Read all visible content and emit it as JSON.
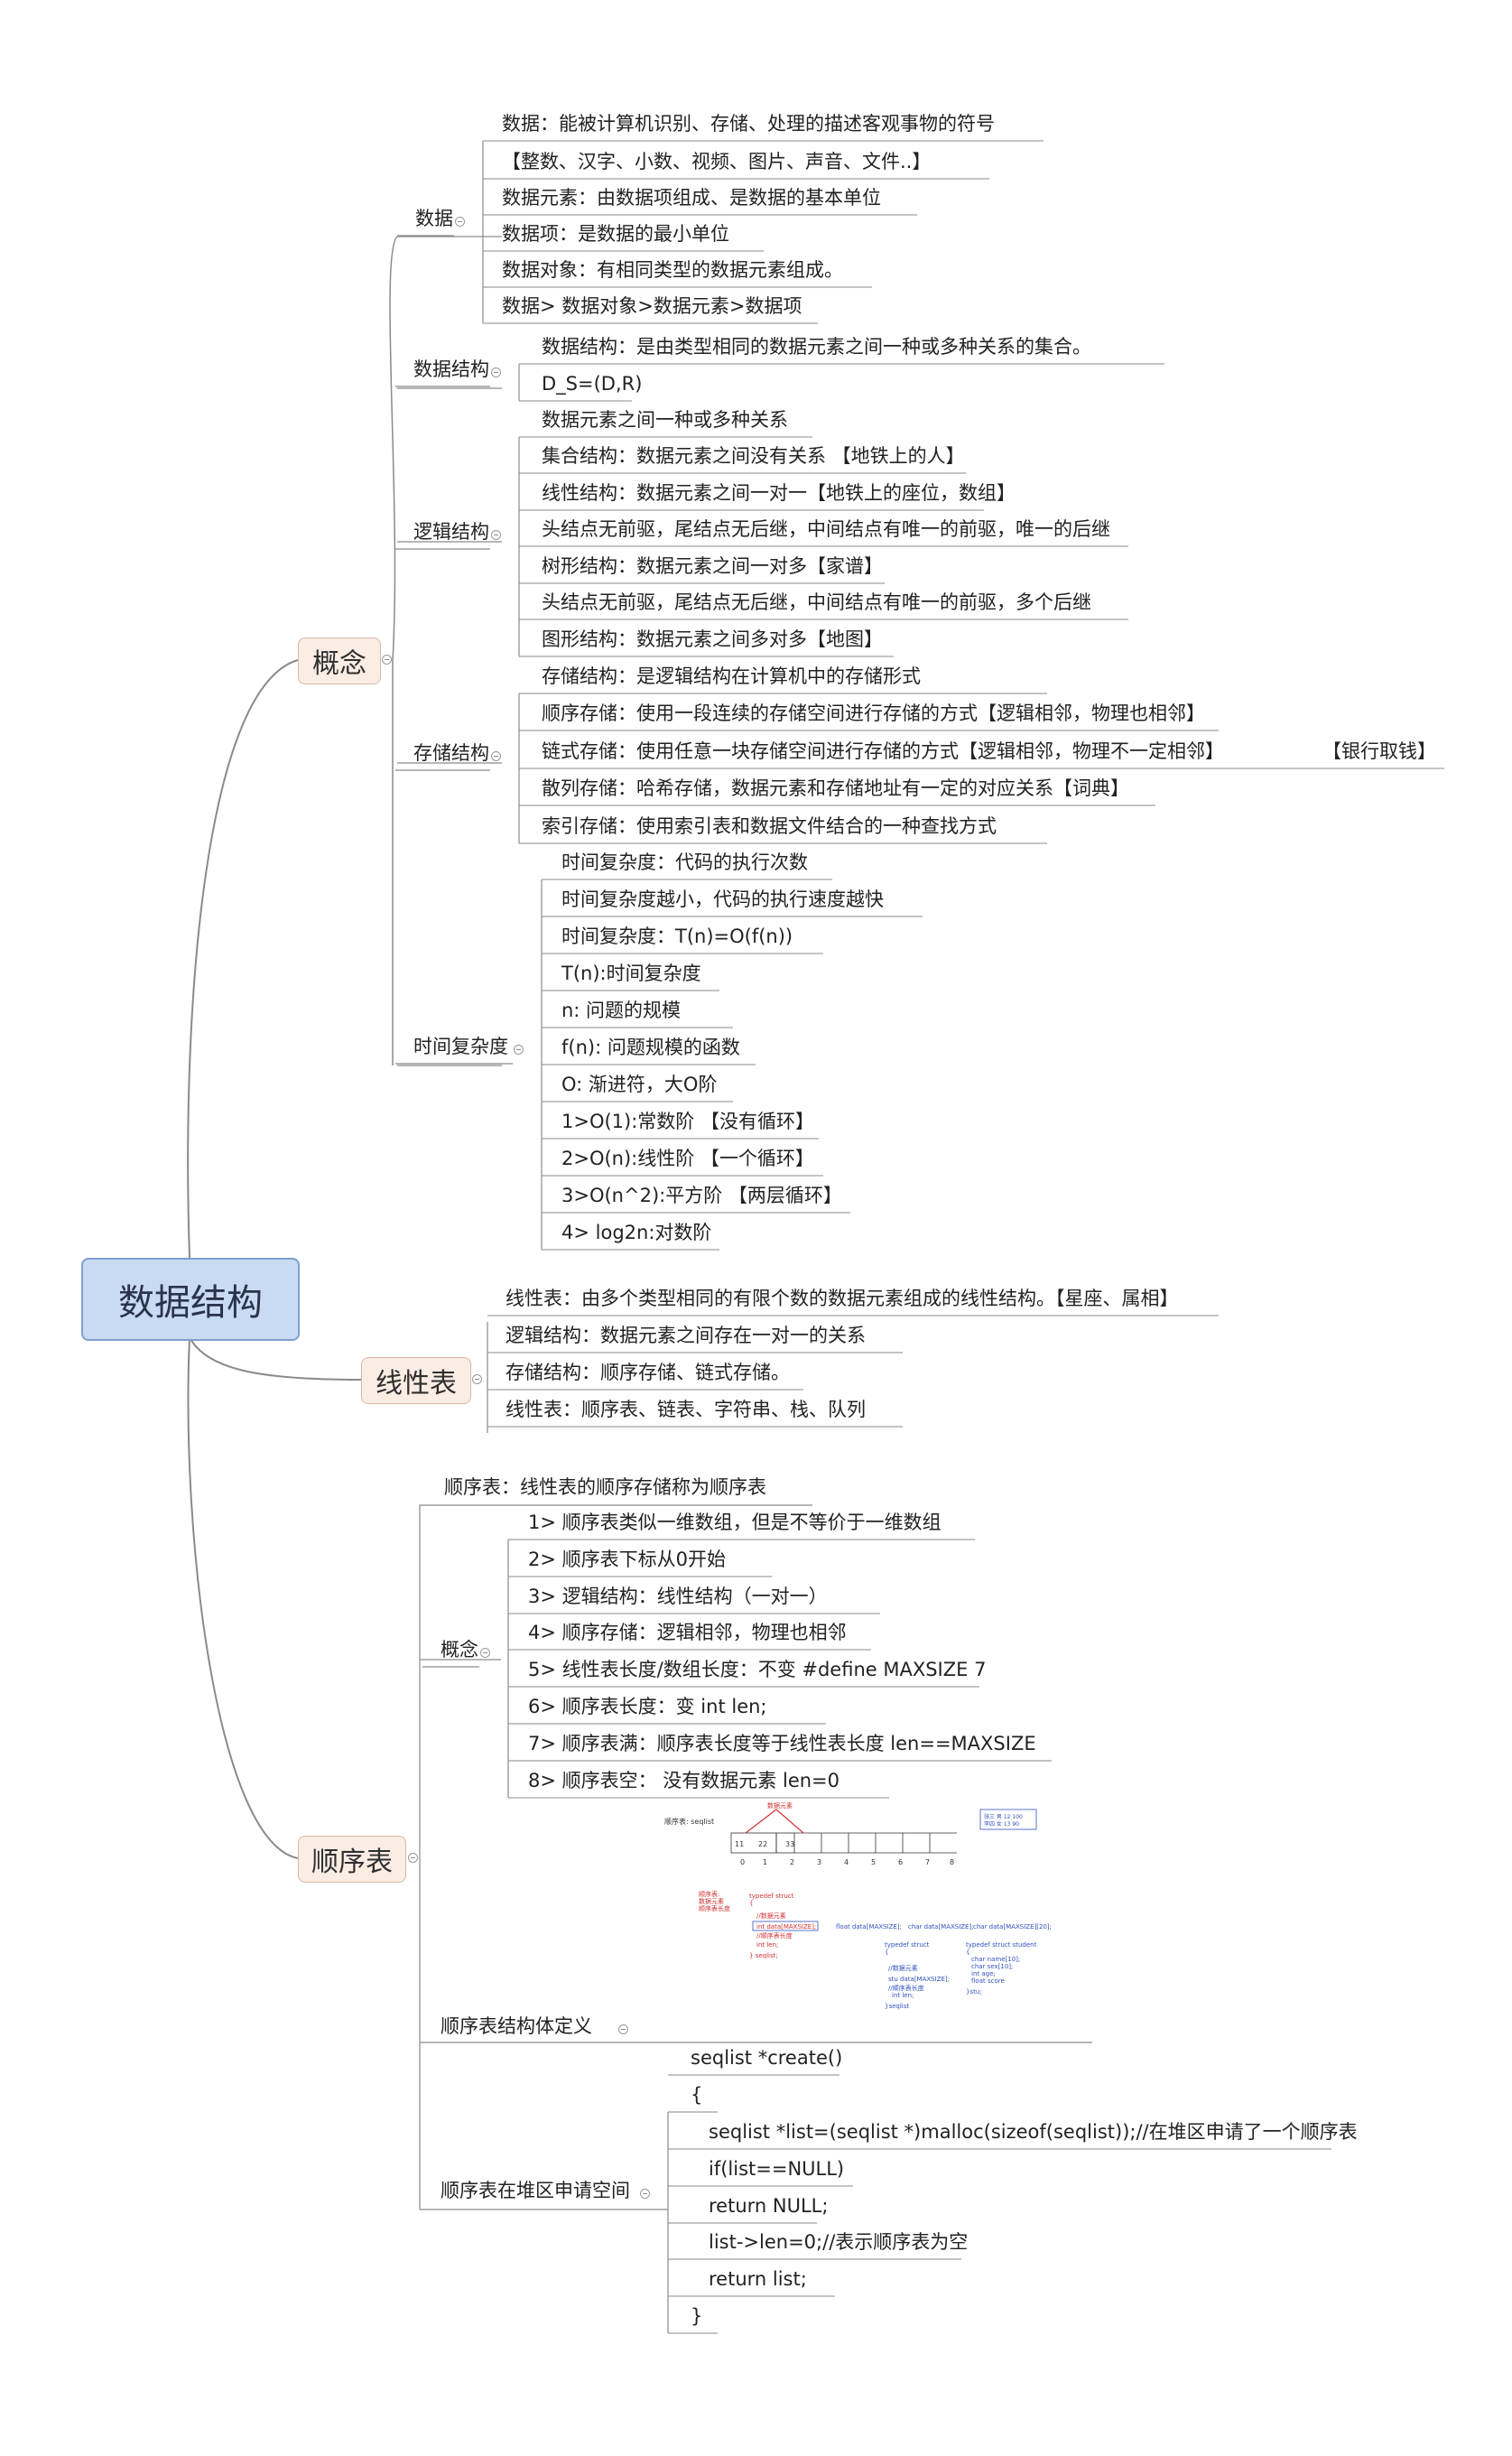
{
  "root": "数据结构",
  "branches": {
    "concept": "概念",
    "linear": "线性表",
    "seq": "顺序表"
  },
  "concept": {
    "data": {
      "label": "数据",
      "items": [
        "数据：能被计算机识别、存储、处理的描述客观事物的符号",
        "【整数、汉字、小数、视频、图片、声音、文件..】",
        "数据元素：由数据项组成、是数据的基本单位",
        "数据项：是数据的最小单位",
        "数据对象：有相同类型的数据元素组成。",
        "数据> 数据对象>数据元素>数据项"
      ]
    },
    "ds": {
      "label": "数据结构",
      "items": [
        "数据结构：是由类型相同的数据元素之间一种或多种关系的集合。",
        "D_S=(D,R)"
      ]
    },
    "logic": {
      "label": "逻辑结构",
      "items": [
        "数据元素之间一种或多种关系",
        "集合结构：数据元素之间没有关系 【地铁上的人】",
        "线性结构：数据元素之间一对一【地铁上的座位，数组】",
        "头结点无前驱，尾结点无后继，中间结点有唯一的前驱，唯一的后继",
        "树形结构：数据元素之间一对多【家谱】",
        "头结点无前驱，尾结点无后继，中间结点有唯一的前驱，多个后继",
        "图形结构：数据元素之间多对多【地图】"
      ]
    },
    "storage": {
      "label": "存储结构",
      "items": [
        "存储结构：是逻辑结构在计算机中的存储形式",
        "顺序存储：使用一段连续的存储空间进行存储的方式【逻辑相邻，物理也相邻】",
        "链式存储：使用任意一块存储空间进行存储的方式【逻辑相邻，物理不一定相邻】",
        "散列存储：哈希存储，数据元素和存储地址有一定的对应关系【词典】",
        "索引存储：使用索引表和数据文件结合的一种查找方式"
      ],
      "extra": "【银行取钱】"
    },
    "time": {
      "label": "时间复杂度",
      "items": [
        "时间复杂度：代码的执行次数",
        "时间复杂度越小，代码的执行速度越快",
        "时间复杂度：T(n)=O(f(n))",
        "T(n):时间复杂度",
        "n:  问题的规模",
        "f(n): 问题规模的函数",
        "O: 渐进符，大O阶",
        "1>O(1):常数阶   【没有循环】",
        "2>O(n):线性阶   【一个循环】",
        "3>O(n^2):平方阶  【两层循环】",
        "4>  log2n:对数阶"
      ]
    }
  },
  "linear": {
    "items": [
      "线性表：由多个类型相同的有限个数的数据元素组成的线性结构。【星座、属相】",
      "逻辑结构：数据元素之间存在一对一的关系",
      "存储结构：顺序存储、链式存储。",
      "线性表：顺序表、链表、字符串、栈、队列"
    ]
  },
  "seq": {
    "def": "顺序表：线性表的顺序存储称为顺序表",
    "concept": {
      "label": "概念",
      "items": [
        "1> 顺序表类似一维数组，但是不等价于一维数组",
        "2> 顺序表下标从0开始",
        "3> 逻辑结构：线性结构（一对一）",
        "4> 顺序存储：逻辑相邻，物理也相邻",
        "5> 线性表长度/数组长度：不变   #define MAXSIZE 7",
        "6> 顺序表长度：变     int len;",
        "7> 顺序表满：顺序表长度等于线性表长度    len==MAXSIZE",
        "8> 顺序表空：  没有数据元素    len=0"
      ]
    },
    "struct": {
      "label": "顺序表结构体定义"
    },
    "heap": {
      "label": "顺序表在堆区申请空间",
      "items": [
        "seqlist *create()",
        "{",
        "seqlist  *list=(seqlist  *)malloc(sizeof(seqlist));//在堆区申请了一个顺序表",
        "if(list==NULL)",
        " return NULL;",
        "list->len=0;//表示顺序表为空",
        "return list;",
        "}"
      ]
    }
  },
  "colors": {
    "root_fill": "#c9daf3",
    "root_border": "#7f9fcf",
    "main_fill": "#fbede4",
    "main_border": "#d7b6a1",
    "line": "#8a8a8a"
  }
}
